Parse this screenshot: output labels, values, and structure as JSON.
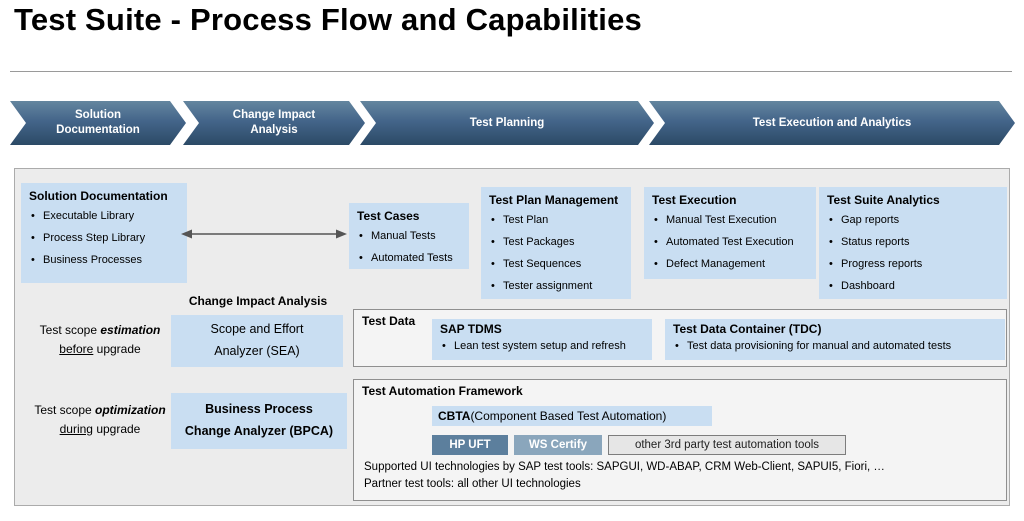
{
  "title": "Test Suite - Process Flow and Capabilities",
  "process_steps": [
    {
      "label": "Solution Documentation"
    },
    {
      "label": "Change Impact Analysis"
    },
    {
      "label": "Test Planning"
    },
    {
      "label": "Test Execution and Analytics"
    }
  ],
  "boxes": {
    "solution_documentation": {
      "title": "Solution Documentation",
      "items": [
        "Executable Library",
        "Process Step Library",
        "Business Processes"
      ]
    },
    "test_cases": {
      "title": "Test Cases",
      "items": [
        "Manual Tests",
        "Automated Tests"
      ]
    },
    "test_plan_management": {
      "title": "Test Plan Management",
      "items": [
        "Test Plan",
        "Test Packages",
        "Test Sequences",
        "Tester assignment"
      ]
    },
    "test_execution": {
      "title": "Test Execution",
      "items": [
        "Manual Test Execution",
        "Automated Test Execution",
        "Defect Management"
      ]
    },
    "test_suite_analytics": {
      "title": "Test Suite Analytics",
      "items": [
        "Gap reports",
        "Status reports",
        "Progress reports",
        "Dashboard"
      ]
    }
  },
  "left_panel": {
    "note_estimation": {
      "lead": "Test scope ",
      "emphasis": "estimation",
      "underlined": "before",
      "tail": " upgrade"
    },
    "change_impact_label": "Change Impact Analysis",
    "sea_box": {
      "line1": "Scope and Effort",
      "line2": "Analyzer (SEA)"
    },
    "note_optimization": {
      "lead": "Test scope ",
      "emphasis": "optimization",
      "underlined": "during",
      "tail": " upgrade"
    },
    "bpca_box": {
      "line1": "Business Process",
      "line2": "Change Analyzer (BPCA)"
    }
  },
  "test_data": {
    "title": "Test Data",
    "sap_tdms": {
      "title": "SAP TDMS",
      "items": [
        "Lean test system setup and refresh"
      ]
    },
    "tdc": {
      "title": "Test Data Container (TDC)",
      "items": [
        "Test data provisioning for manual and automated tests"
      ]
    }
  },
  "test_automation": {
    "title": "Test Automation Framework",
    "cbta": {
      "abbr": "CBTA",
      "rest": " (Component Based Test Automation)"
    },
    "tools": [
      "HP UFT",
      "WS Certify",
      "other 3rd party test automation tools"
    ],
    "supported_line": "Supported UI technologies by SAP test tools: SAPGUI, WD-ABAP, CRM Web-Client, SAPUI5, Fiori, …",
    "partner_line": "Partner test tools: all other UI technologies"
  },
  "colors": {
    "chevron_gradient_top": "#64869f",
    "chevron_gradient_bottom": "#2c4a66",
    "highlight_box_blue": "#c9def2",
    "canvas_background": "#ececec",
    "hp_uft_background": "#5c7f9d",
    "ws_certify_background": "#8aa6bc"
  }
}
